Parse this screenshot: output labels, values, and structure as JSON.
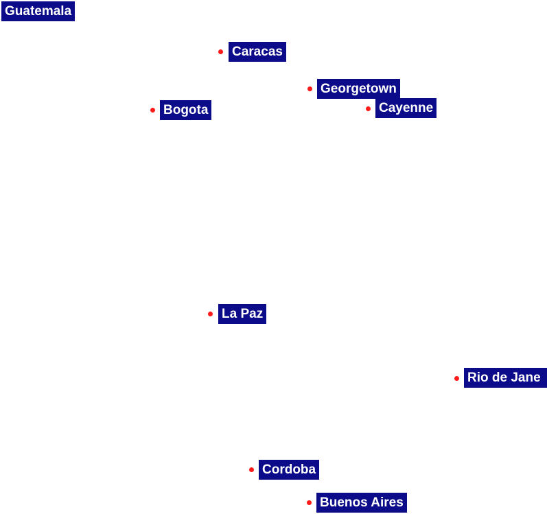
{
  "map": {
    "marker_color": "#ff1a1a",
    "label_background": "#0c0c8a",
    "label_text_color": "#ffffff",
    "cities": [
      {
        "id": "guatemala",
        "name": "Guatemala",
        "has_marker": false
      },
      {
        "id": "caracas",
        "name": "Caracas",
        "has_marker": true
      },
      {
        "id": "georgetown",
        "name": "Georgetown",
        "has_marker": true
      },
      {
        "id": "bogota",
        "name": "Bogota",
        "has_marker": true
      },
      {
        "id": "cayenne",
        "name": "Cayenne",
        "has_marker": true
      },
      {
        "id": "la-paz",
        "name": "La Paz",
        "has_marker": true
      },
      {
        "id": "rio-de-janeiro",
        "name": "Rio de Jane",
        "has_marker": true
      },
      {
        "id": "cordoba",
        "name": "Cordoba",
        "has_marker": true
      },
      {
        "id": "buenos-aires",
        "name": "Buenos Aires",
        "has_marker": true
      }
    ]
  }
}
